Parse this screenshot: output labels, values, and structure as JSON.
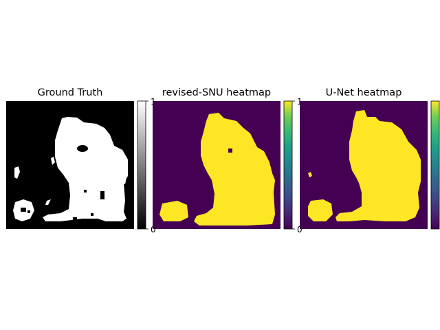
{
  "chart_data": [
    {
      "type": "heatmap",
      "title": "Ground Truth",
      "colormap": "gray",
      "colorbar": {
        "ticks": [
          "0",
          "1"
        ],
        "min": 0,
        "max": 1
      },
      "grid": false,
      "mask": "ground_truth"
    },
    {
      "type": "heatmap",
      "title": "revised-SNU heatmap",
      "colormap": "viridis",
      "colorbar": {
        "ticks": [
          "0",
          "1"
        ],
        "min": 0,
        "max": 1
      },
      "grid": false,
      "mask": "snu"
    },
    {
      "type": "heatmap",
      "title": "U-Net heatmap",
      "colormap": "viridis",
      "colorbar": {
        "ticks": [
          "0",
          "1"
        ],
        "min": 0,
        "max": 1
      },
      "grid": false,
      "mask": "unet"
    }
  ],
  "colors": {
    "gray_low": "#000000",
    "gray_high": "#ffffff",
    "viridis_low": "#440154",
    "viridis_high": "#fde725"
  }
}
